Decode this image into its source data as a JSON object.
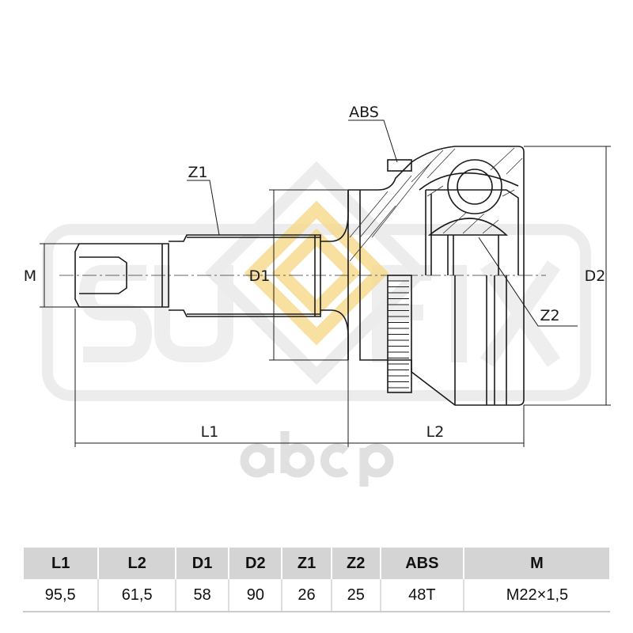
{
  "watermark": {
    "logo_text": "SUFFIX",
    "brand_text": "abcp"
  },
  "drawing_labels": {
    "abs": "ABS",
    "z1": "Z1",
    "z2": "Z2",
    "m": "M",
    "d1": "D1",
    "d2": "D2",
    "l1": "L1",
    "l2": "L2"
  },
  "spec_table": {
    "headers": [
      "L1",
      "L2",
      "D1",
      "D2",
      "Z1",
      "Z2",
      "ABS",
      "M"
    ],
    "values": [
      "95,5",
      "61,5",
      "58",
      "90",
      "26",
      "25",
      "48T",
      "M22×1,5"
    ]
  },
  "colors": {
    "header_bg": "#d4d4d4",
    "watermark_gray": "#e6e6e6",
    "watermark_gold": "#f7d98a"
  }
}
